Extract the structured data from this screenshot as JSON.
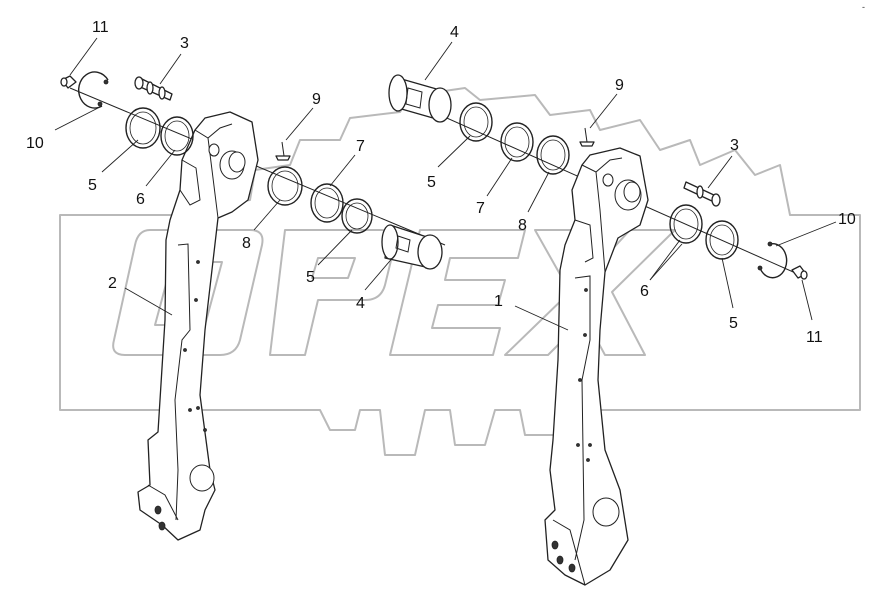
{
  "watermark": {
    "text": "OPEX",
    "color": "#b9b9b9"
  },
  "corner_mark": "-",
  "callouts": [
    {
      "id": "c11a",
      "text": "11"
    },
    {
      "id": "c3a",
      "text": "3"
    },
    {
      "id": "c9a",
      "text": "9"
    },
    {
      "id": "c10a",
      "text": "10"
    },
    {
      "id": "c5a",
      "text": "5"
    },
    {
      "id": "c6a",
      "text": "6"
    },
    {
      "id": "c8a",
      "text": "8"
    },
    {
      "id": "c7a",
      "text": "7"
    },
    {
      "id": "c5b",
      "text": "5"
    },
    {
      "id": "c4a",
      "text": "4"
    },
    {
      "id": "c2",
      "text": "2"
    },
    {
      "id": "c4b",
      "text": "4"
    },
    {
      "id": "c9b",
      "text": "9"
    },
    {
      "id": "c5c",
      "text": "5"
    },
    {
      "id": "c7b",
      "text": "7"
    },
    {
      "id": "c8b",
      "text": "8"
    },
    {
      "id": "c3b",
      "text": "3"
    },
    {
      "id": "c10b",
      "text": "10"
    },
    {
      "id": "c6b",
      "text": "6"
    },
    {
      "id": "c5d",
      "text": "5"
    },
    {
      "id": "c1",
      "text": "1"
    },
    {
      "id": "c11b",
      "text": "11"
    }
  ]
}
